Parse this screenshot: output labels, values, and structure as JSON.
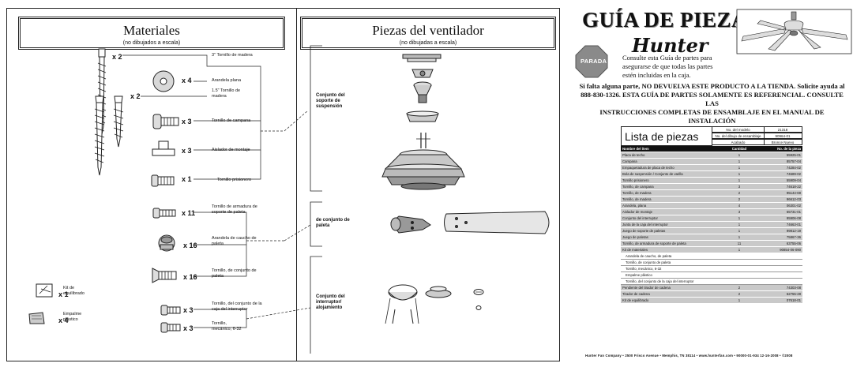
{
  "materials": {
    "title": "Materiales",
    "subtitle": "(no dibujados a escala)",
    "items": [
      {
        "qty": "x 2",
        "label": "3\" Tornillo de madera"
      },
      {
        "qty": "x 4",
        "label": "Arandela plana"
      },
      {
        "qty": "x 2",
        "label": "1.5\" Tornillo de madera"
      },
      {
        "qty": "x 3",
        "label": "Tornillo de campana"
      },
      {
        "qty": "x 3",
        "label": "Aislador de montaje"
      },
      {
        "qty": "x 1",
        "label": "Tornillo prisionero"
      },
      {
        "qty": "x 11",
        "label": "Tornillo de armadura de soporte de paleta"
      },
      {
        "qty": "x 16",
        "label": "Arandela de caucho de paleta"
      },
      {
        "qty": "x 16",
        "label": "Tornillo, de conjunto de paleta"
      },
      {
        "qty": "x 1",
        "label": "Kit de equilibrado"
      },
      {
        "qty": "x 3",
        "label": "Tornillo, del conjunto de la caja del interruptor"
      },
      {
        "qty": "x 4",
        "label": "Empalme plástico"
      },
      {
        "qty": "x 3",
        "label": "Tornillo, mecánico, 6-32"
      }
    ]
  },
  "fan_parts": {
    "title": "Piezas del ventilador",
    "subtitle": "(no dibujadas a escala)",
    "groups": [
      "Conjunto del soporte de suspensión",
      "de conjunto de paleta",
      "Conjunto del interruptor/ alojamiento"
    ]
  },
  "guide": {
    "title": "GUÍA DE PIEZAS",
    "brand": "Hunter",
    "stop": "PARADA",
    "notice": [
      "Consulte esta Guía de partes para",
      "asegurarse de que todas las partes",
      "estén incluidas en la caja."
    ],
    "instructions": [
      "Si falta alguna parte, NO DEVUELVA ESTE PRODUCTO A LA TIENDA. Solicite ayuda al",
      "888-830-1326.  ESTA GUÍA DE PARTES SOLAMENTE ES REFERENCIAL. CONSULTE LAS",
      "INSTRUCCIONES COMPLETAS DE ENSAMBLAJE EN EL MANUAL DE INSTALACIÓN"
    ]
  },
  "parts_list": {
    "title": "Lista de piezas",
    "meta": [
      {
        "key": "No. del modelo",
        "value": "21318"
      },
      {
        "key": "No. del dibujo de ensamblaje",
        "value": "90964-01"
      },
      {
        "key": "Acabado",
        "value": "Bronce Nuevo"
      }
    ],
    "headers": [
      "Nombre del ítem",
      "Cantidad",
      "No. de la pieza"
    ],
    "rows": [
      {
        "type": "main",
        "name": "Placa de techo",
        "qty": "1",
        "part": "55925-01"
      },
      {
        "type": "main",
        "name": "Campana",
        "qty": "1",
        "part": "85757-04"
      },
      {
        "type": "main",
        "name": "Empaquetadura de placa de techo",
        "qty": "1",
        "part": "74284-02"
      },
      {
        "type": "main",
        "name": "Bola de suspensión / Conjunto de varilla",
        "qty": "1",
        "part": "74689-02"
      },
      {
        "type": "main",
        "name": "Tornillo prisionero",
        "qty": "1",
        "part": "55909-04"
      },
      {
        "type": "main",
        "name": "Tornillo, de campana",
        "qty": "3",
        "part": "74618-22"
      },
      {
        "type": "main",
        "name": "Tornillo, de madera",
        "qty": "2",
        "part": "95144-69"
      },
      {
        "type": "main",
        "name": "Tornillo, de madera",
        "qty": "2",
        "part": "96612-03"
      },
      {
        "type": "main",
        "name": "Arandela, plana",
        "qty": "4",
        "part": "06301-02"
      },
      {
        "type": "main",
        "name": "Aislador de montaje",
        "qty": "3",
        "part": "65731-01"
      },
      {
        "type": "main",
        "name": "Conjunto del interruptor",
        "qty": "1",
        "part": "95906-08"
      },
      {
        "type": "main",
        "name": "Junta de la caja del interruptor",
        "qty": "1",
        "part": "74663-01"
      },
      {
        "type": "main",
        "name": "Juego de soporte de paletas",
        "qty": "1",
        "part": "99812-19"
      },
      {
        "type": "main",
        "name": "Juego de paletas",
        "qty": "1",
        "part": "75867-36"
      },
      {
        "type": "main",
        "name": "Tornillo, de armadura de soporte de paleta",
        "qty": "11",
        "part": "63755-06"
      },
      {
        "type": "main",
        "name": "Kit de materiales",
        "qty": "1",
        "part": "90854-06-090"
      },
      {
        "type": "sub",
        "name": "Arandela de caucho, de paleta",
        "qty": "",
        "part": ""
      },
      {
        "type": "sub",
        "name": "Tornillo, de conjunto de paleta",
        "qty": "",
        "part": ""
      },
      {
        "type": "sub",
        "name": "Tornillo, mecánico, 6-32",
        "qty": "",
        "part": ""
      },
      {
        "type": "sub",
        "name": "Empalme plástico",
        "qty": "",
        "part": ""
      },
      {
        "type": "sub",
        "name": "Tornillo, del conjunto de la caja del interruptor",
        "qty": "",
        "part": ""
      },
      {
        "type": "main",
        "name": "Pendiente del tirador de cadena",
        "qty": "2",
        "part": "74303-08"
      },
      {
        "type": "main",
        "name": "Tirador de cadena",
        "qty": "2",
        "part": "62755-28"
      },
      {
        "type": "main",
        "name": "Kit de equilibrado",
        "qty": "1",
        "part": "07618-01"
      }
    ]
  },
  "footer": "Hunter Fan Company  •  2500 Frisco Avenue  •  Memphis, TN 38114  •  www.hunterfan.com  •  90000-01-934  12-16-2008  •  ©2008"
}
